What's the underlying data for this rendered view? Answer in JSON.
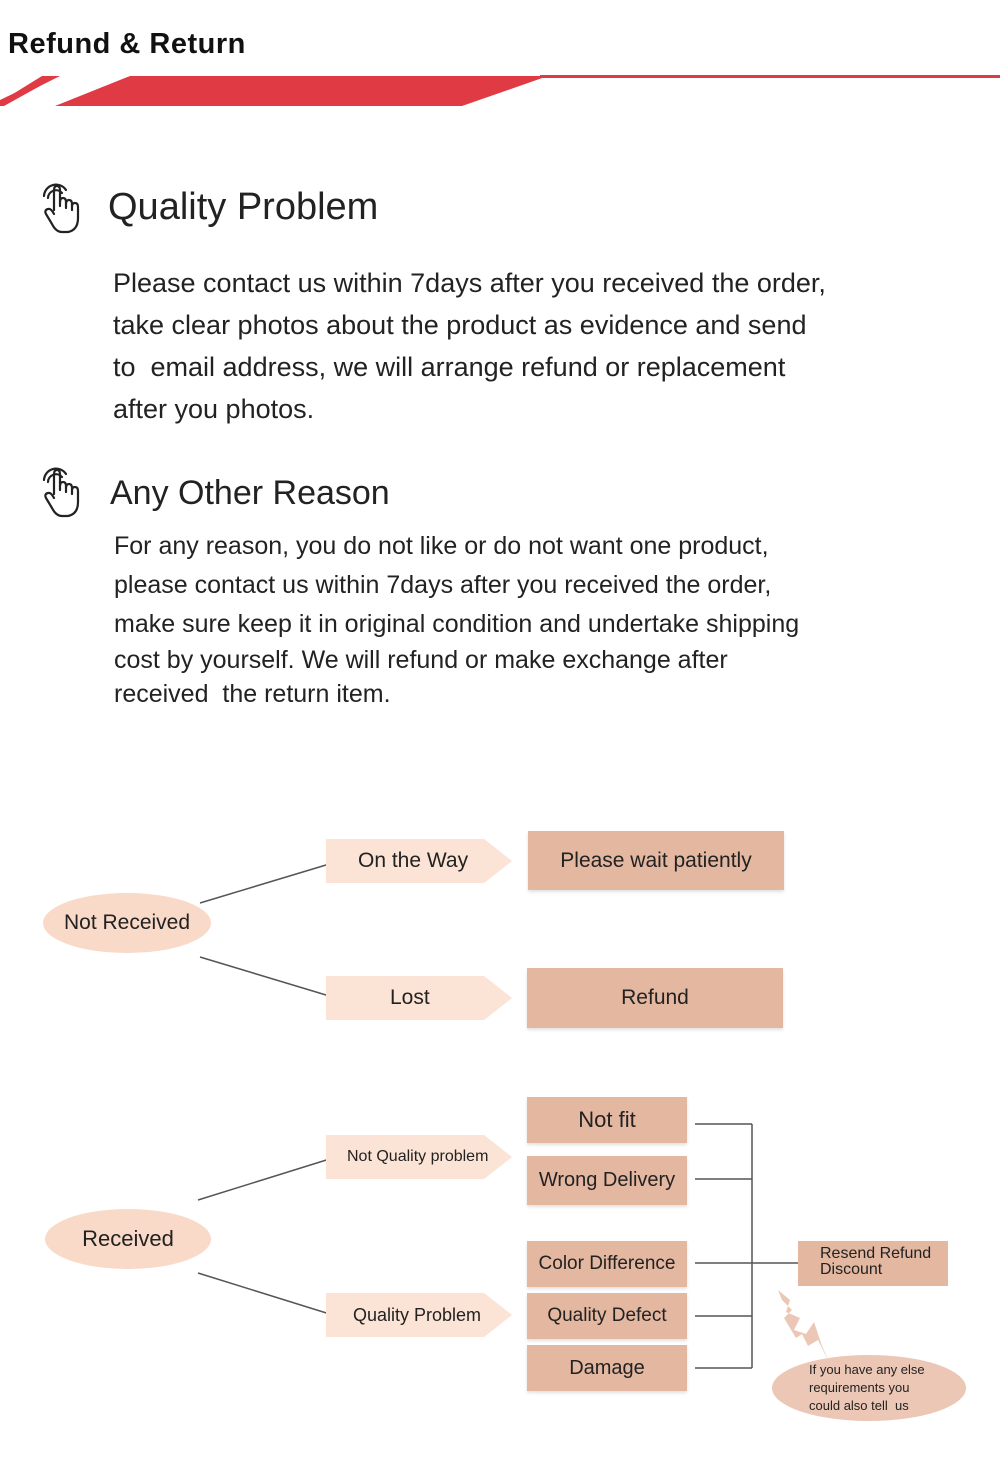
{
  "header": {
    "title": "Refund & Return"
  },
  "sections": [
    {
      "title": "Quality Problem",
      "icon": "pointing-hand-icon",
      "lines": [
        "Please contact us within 7days after you received the order,",
        "take clear photos about the product as evidence and send",
        "to  email address, we will arrange refund or replacement",
        "after you photos."
      ]
    },
    {
      "title": "Any Other Reason",
      "icon": "pointing-hand-icon",
      "lines": [
        "For any reason, you do not like or do not want one product,",
        "please contact us within 7days after you received the order,",
        "make sure keep it in original condition and undertake shipping",
        "cost by yourself. We will refund or make exchange after",
        "received  the return item."
      ]
    }
  ],
  "flow": {
    "not_received": {
      "label": "Not  Received",
      "branches": [
        {
          "label": "On the Way",
          "result": "Please wait patiently"
        },
        {
          "label": "Lost",
          "result": "Refund"
        }
      ]
    },
    "received": {
      "label": "Received",
      "branches": [
        {
          "label": "Not Quality problem"
        },
        {
          "label": "Quality Problem"
        }
      ],
      "reasons": [
        "Not fit",
        "Wrong Delivery",
        "Color Difference",
        "Quality Defect",
        "Damage"
      ],
      "result_lines": [
        "Resend Refund",
        "Discount"
      ],
      "note_lines": [
        "If you have any else",
        "requirements you",
        "could also tell  us"
      ]
    }
  },
  "colors": {
    "accent_red": "#e03a45",
    "oval_fill": "#f9d9c8",
    "arrow_fill": "#fbe3d5",
    "box_fill": "#e4b7a1",
    "connector": "#555555"
  }
}
